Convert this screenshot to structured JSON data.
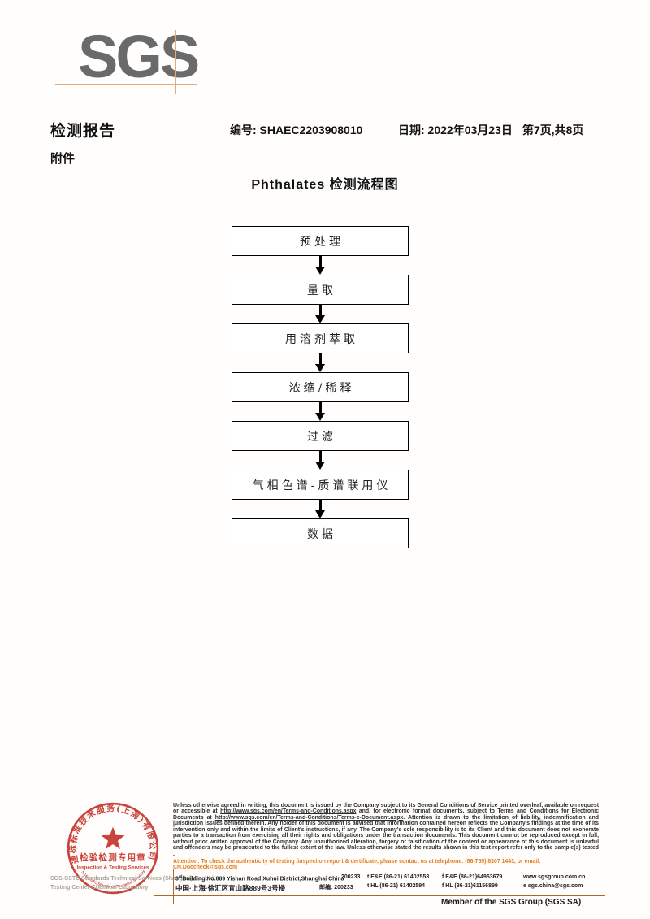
{
  "logo": {
    "text": "SGS"
  },
  "header": {
    "report_title": "检测报告",
    "report_no": "编号: SHAEC2203908010",
    "date": "日期: 2022年03月23日",
    "page_info": "第7页,共8页",
    "attachment_label": "附件"
  },
  "flowchart": {
    "title": "Phthalates 检测流程图",
    "steps": [
      "预处理",
      "量取",
      "用溶剂萃取",
      "浓缩/稀释",
      "过滤",
      "气相色谱-质谱联用仪",
      "数据"
    ]
  },
  "stamp": {
    "arc_top": "通标标准技术服务(上海)有限公司",
    "arc_bottom": "SGS-CSTC Standards Technical Services (Shanghai) Co.,Ltd.",
    "center_line1": "检验检测专用章",
    "center_line2": "Inspection & Testing Services"
  },
  "footer": {
    "company_line1": "SGS-CSTC Standards Technical Services (Shanghai) Co.,Ltd.",
    "company_line2": "Testing Center-Chemical Laboratory",
    "disclaimer_segments": [
      {
        "text": "Unless otherwise agreed in writing, this document is issued by the Company subject to its General Conditions of Service printed overleaf, available on request or accessible at ",
        "link": false
      },
      {
        "text": "http://www.sgs.com/en/Terms-and-Conditions.aspx",
        "link": true
      },
      {
        "text": " and, for electronic format documents, subject to Terms and Conditions for Electronic Documents at ",
        "link": false
      },
      {
        "text": "http://www.sgs.com/en/Terms-and-Conditions/Terms-e-Document.aspx",
        "link": true
      },
      {
        "text": ". Attention is drawn to the limitation of liability, indemnification and jurisdiction issues defined therein. Any holder of this document is advised that information contained hereon reflects the Company's findings at the time of its intervention only and within the limits of Client's instructions, if any. The Company's sole responsibility is to its Client and this document does not exonerate parties to a transaction from exercising all their rights and obligations under the transaction documents. This document cannot be reproduced except in full, without prior written approval of the Company. Any unauthorized alteration, forgery or falsification of the content or appearance of this document is unlawful and offenders may be prosecuted to the fullest extent of the law. Unless otherwise stated the results shown in this test report refer only to the sample(s) tested .",
        "link": false
      }
    ],
    "attention": "Attention: To check the authenticity of testing /inspection report & certificate, please contact us at telephone: (86-755) 8307 1443, or email: CN.Doccheck@sgs.com",
    "address_en_prefix": "3",
    "address_en_sup": "rd",
    "address_en_rest": "Building,No.889 Yishan Road Xuhui District,Shanghai China",
    "postcode_en": "200233",
    "tel1": "t E&E (86-21) 61402553",
    "fax1": "f E&E (86-21)64953679",
    "web": "www.sgsgroup.com.cn",
    "address_cn": "中国·上海·徐汇区宜山路889号3号楼",
    "postcode_cn": "邮编: 200233",
    "tel2": "t HL (86-21) 61402594",
    "fax2": "f HL (86-21)61156899",
    "email": "e sgs.china@sgs.com",
    "member_text": "Member of the SGS Group (SGS SA)"
  },
  "colors": {
    "logo_gray": "#6a6a6a",
    "accent_tan": "#e5aa7b",
    "stamp_red": "#c5352b",
    "attention_orange": "#e87a1a",
    "footer_line_brown": "#a9682c"
  }
}
